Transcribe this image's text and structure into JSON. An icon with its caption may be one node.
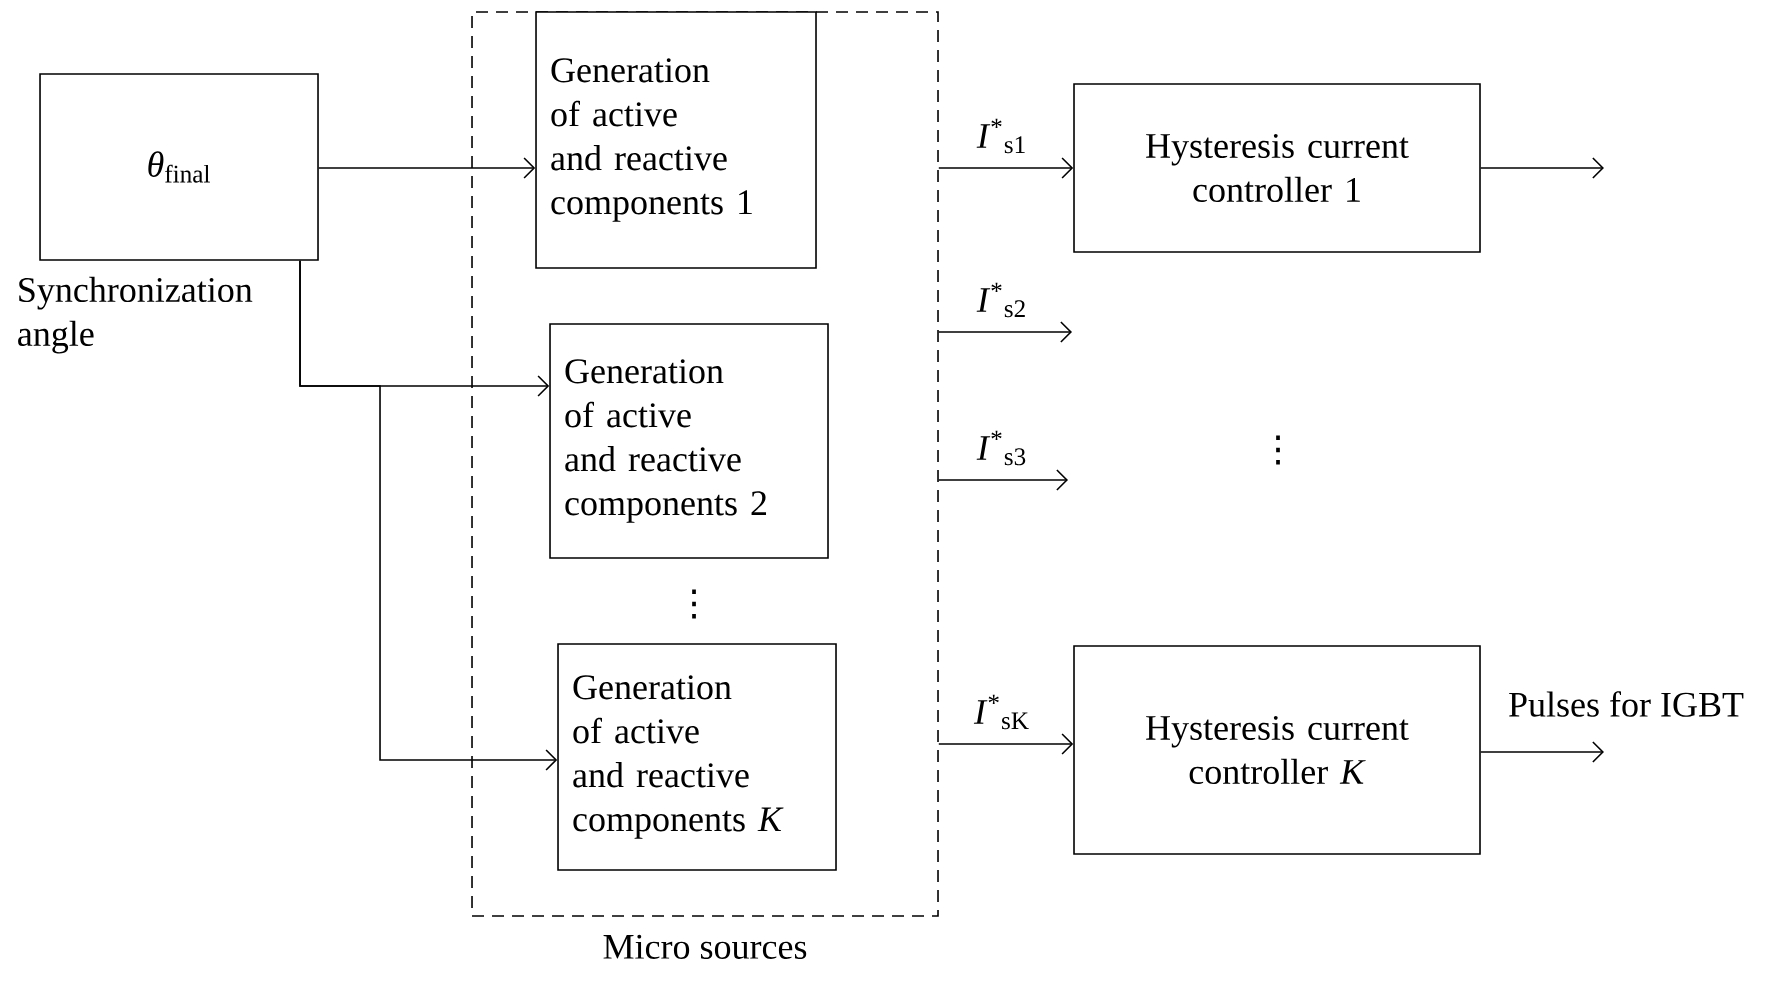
{
  "diagram": {
    "nodes": [
      {
        "text": [
          "Micro sources"
        ]
      },
      {
        "text": [
          "*θ*$_{final}$"
        ],
        "beside": [
          "Synchronization angle"
        ]
      },
      {
        "text": [
          "Generation of active and reactive components 1"
        ],
        "in": 0
      },
      {
        "text": [
          "Generation of active and reactive components 2"
        ],
        "in": 0
      },
      {
        "text": [
          "Generation of active and reactive components *K*"
        ],
        "in": 0
      },
      {
        "text": [
          "Hysteresis current controller 1"
        ]
      },
      {
        "text": [
          "Hysteresis current controller *K*"
        ]
      }
    ],
    "edges": [
      {
        "from": 1,
        "to": 2,
        "arrow": "to"
      },
      {
        "from": 1,
        "to": 3,
        "arrow": "to"
      },
      {
        "from": 1,
        "to": 4,
        "arrow": "to"
      },
      {
        "from": 0,
        "to": 5,
        "arrow": "to",
        "label": "*I*$^{*}$$_{s1}$"
      },
      {
        "from": 0,
        "to": null,
        "arrow": "to",
        "label": "*I*$^{*}$$_{s2}$"
      },
      {
        "from": 0,
        "to": null,
        "arrow": "to",
        "label": "*I*$^{*}$$_{s3}$"
      },
      {
        "from": 0,
        "to": 6,
        "arrow": "to",
        "label": "*I*$^{*}$$_{sK}$"
      },
      {
        "from": 5,
        "to": null,
        "arrow": "to"
      },
      {
        "from": 6,
        "to": null,
        "arrow": "to",
        "label": "Pulses for IGBT"
      }
    ],
    "labels": [
      "⋮",
      "⋮"
    ]
  }
}
